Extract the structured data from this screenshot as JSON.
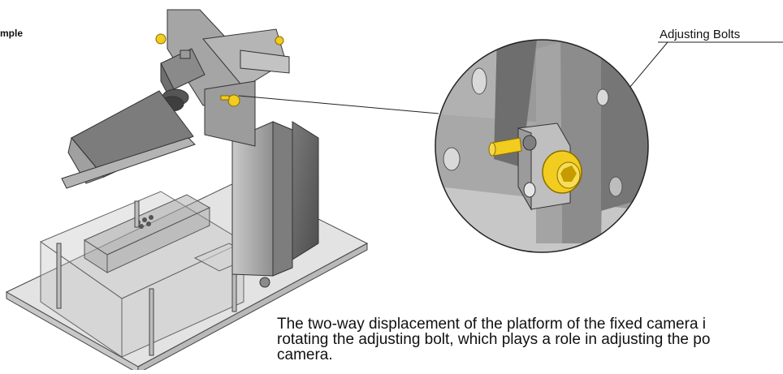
{
  "corner_label": "mple",
  "callout_label": "Adjusting Bolts",
  "caption_lines": [
    "The two-way displacement of the platform of the fixed camera i",
    "rotating the adjusting bolt, which plays a role in adjusting the po",
    "camera."
  ],
  "colors": {
    "bolt_yellow": "#f2cc1e",
    "metal_gray": "#9a9a9a",
    "glass_gray": "#d6d6d6",
    "line_black": "#222222"
  },
  "icons": {
    "bolt": "hex-socket-bolt-icon",
    "camera": "camera-icon"
  }
}
